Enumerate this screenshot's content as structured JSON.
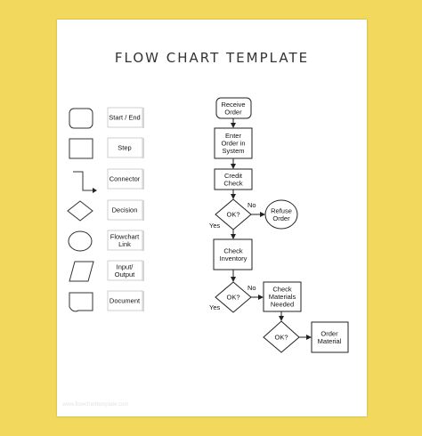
{
  "title": "FLOW CHART TEMPLATE",
  "legend": [
    {
      "shape": "start-end",
      "label": "Start / End"
    },
    {
      "shape": "step",
      "label": "Step"
    },
    {
      "shape": "connector",
      "label": "Connector"
    },
    {
      "shape": "decision",
      "label": "Decision"
    },
    {
      "shape": "flowchart-link",
      "label": "Flowchart\nLink"
    },
    {
      "shape": "input-output",
      "label": "Input/\nOutput"
    },
    {
      "shape": "document",
      "label": "Document"
    }
  ],
  "flow": {
    "receive_order": "Receive\nOrder",
    "enter_order": "Enter\nOrder in\nSystem",
    "credit_check": "Credit\nCheck",
    "decision_1": "OK?",
    "refuse_order": "Refuse\nOrder",
    "check_inventory": "Check\nInventory",
    "decision_2": "OK?",
    "check_materials": "Check\nMaterials\nNeeded",
    "decision_3": "OK?",
    "order_material": "Order\nMaterial",
    "no_label": "No",
    "yes_label": "Yes"
  },
  "watermark": "www.flowcharttemplate.com"
}
